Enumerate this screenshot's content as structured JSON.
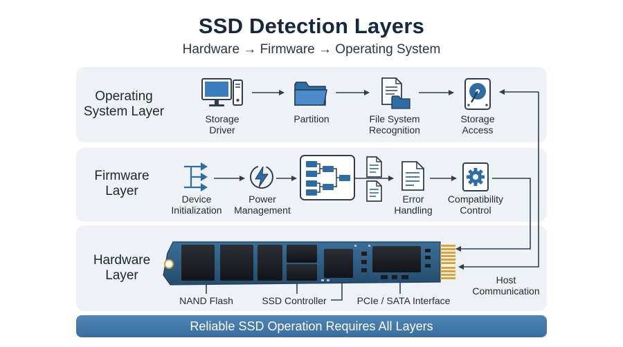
{
  "title": "SSD Detection Layers",
  "subtitle": "Hardware → Firmware → Operating System",
  "layers": {
    "os": {
      "label_line1": "Operating",
      "label_line2": "System Layer",
      "items": [
        {
          "line1": "Storage",
          "line2": "Driver",
          "icon": "computer-monitor-icon"
        },
        {
          "line1": "Partition",
          "line2": "",
          "icon": "folder-icon"
        },
        {
          "line1": "File System",
          "line2": "Recognition",
          "icon": "file-system-icon"
        },
        {
          "line1": "Storage",
          "line2": "Access",
          "icon": "hard-drive-icon"
        }
      ]
    },
    "firmware": {
      "label_line1": "Firmware",
      "label_line2": "Layer",
      "items": [
        {
          "line1": "Device",
          "line2": "Initialization",
          "icon": "initialization-arrows-icon"
        },
        {
          "line1": "Power",
          "line2": "Management",
          "icon": "lightning-icon"
        },
        {
          "line1": "",
          "line2": "",
          "icon": "flowchart-icon"
        },
        {
          "line1": "Error",
          "line2": "Handling",
          "icon": "document-icon"
        },
        {
          "line1": "Compatibility",
          "line2": "Control",
          "icon": "gear-icon"
        }
      ]
    },
    "hardware": {
      "label_line1": "Hardware",
      "label_line2": "Layer",
      "callouts": {
        "nand": "NAND Flash",
        "controller": "SSD Controller",
        "interface": "PCIe / SATA Interface",
        "host_line1": "Host",
        "host_line2": "Communication"
      }
    }
  },
  "footer": "Reliable SSD Operation Requires All Layers",
  "colors": {
    "title": "#15283d",
    "band": "#eef1f5",
    "arrow": "#2f3d4e",
    "icon_blue": "#2e6da4",
    "banner": "#3a6e9f",
    "pcb": "#2f5f86",
    "gold": "#d9a636"
  }
}
